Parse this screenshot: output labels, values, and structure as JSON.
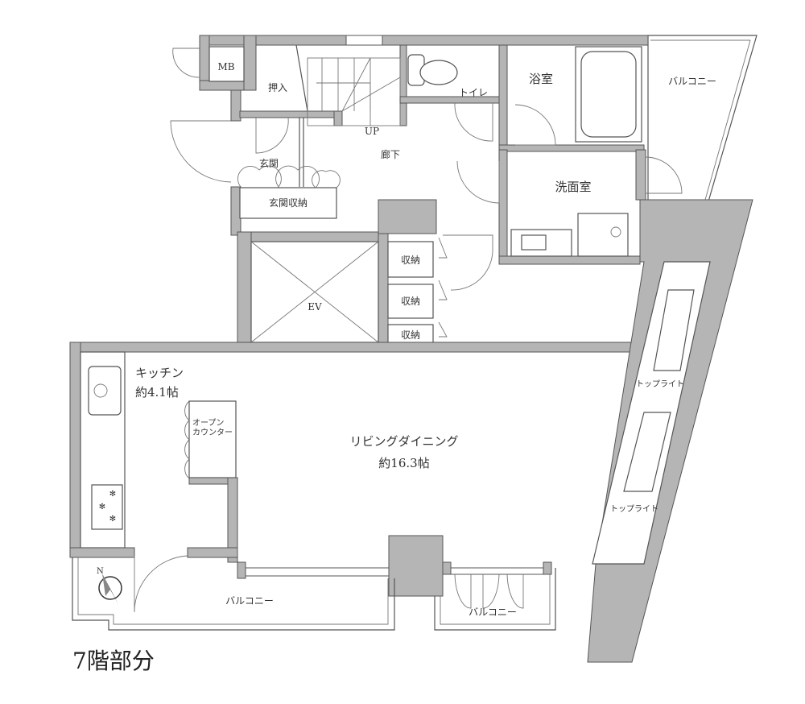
{
  "plan": {
    "floor_label": "7階部分",
    "rooms": {
      "mb": "MB",
      "oshiire": "押入",
      "up": "UP",
      "toilet": "トイレ",
      "bath": "浴室",
      "balcony_top": "バルコニー",
      "hallway": "廊下",
      "genkan": "玄関",
      "genkan_storage": "玄関収納",
      "washroom": "洗面室",
      "storage_1": "収納",
      "storage_2": "収納",
      "storage_3": "収納",
      "ev": "EV",
      "kitchen": "キッチン",
      "kitchen_size": "約4.1帖",
      "open_counter_1": "オープン",
      "open_counter_2": "カウンター",
      "living": "リビングダイニング",
      "living_size": "約16.3帖",
      "toplight_1": "トップライト",
      "toplight_2": "トップライト",
      "balcony_bottom": "バルコニー",
      "balcony_small": "バルコニー"
    },
    "compass": "N"
  }
}
